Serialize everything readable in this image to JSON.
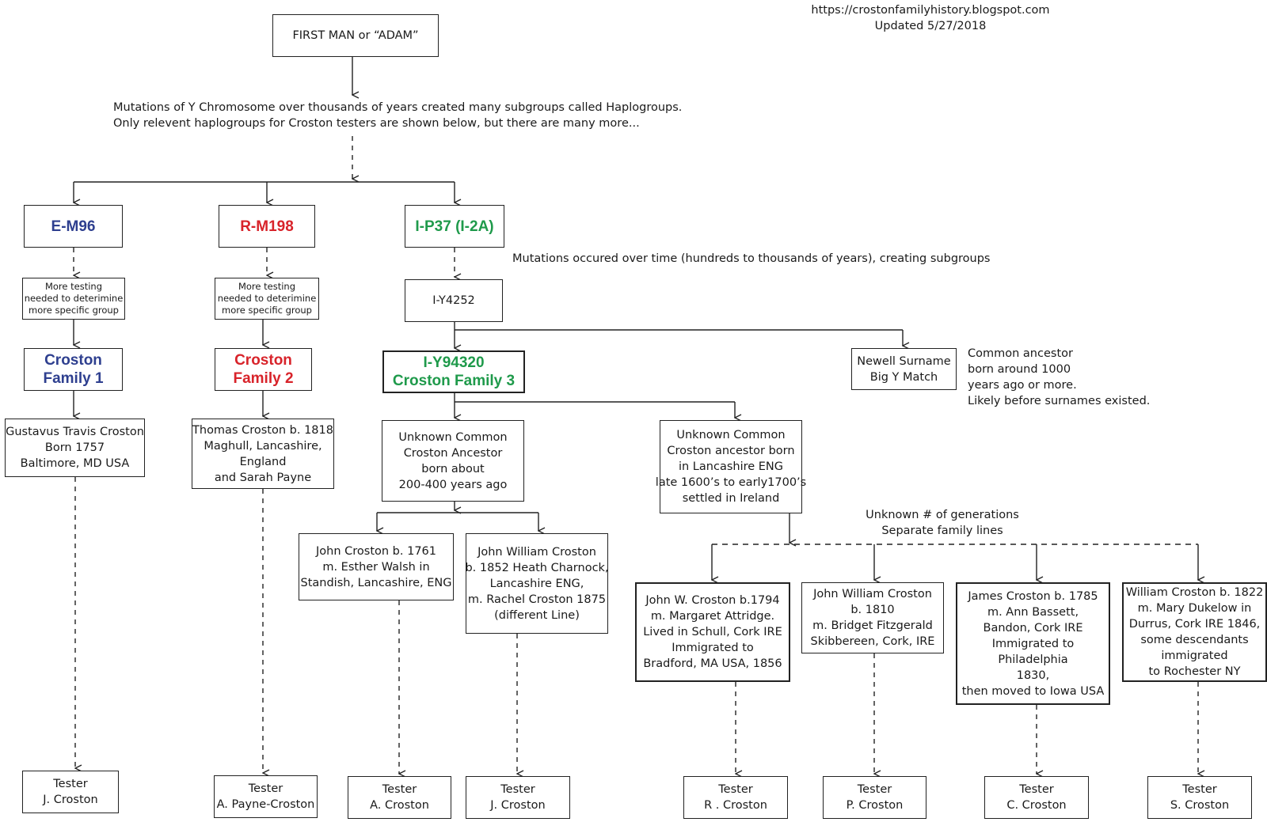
{
  "header": {
    "url": "https://crostonfamilyhistory.blogspot.com",
    "updated": "Updated 5/27/2018"
  },
  "root": {
    "label": "FIRST MAN or “ADAM”"
  },
  "intro": {
    "line1": "Mutations of Y Chromosome over thousands of years created many subgroups called Haplogroups.",
    "line2": "Only relevent haplogroups  for Croston testers are shown below,  but there are many more..."
  },
  "haplogroups": {
    "e_m96": "E-M96",
    "r_m198": "R-M198",
    "i_p37": "I-P37 (I-2A)"
  },
  "colors": {
    "blue": "#2e3f8f",
    "red": "#d8232a",
    "green": "#1f9a4b"
  },
  "mutations_note": "Mutations occured over time (hundreds to thousands of years), creating subgroups",
  "more_testing": [
    "More testing",
    "needed to deterimine",
    "more specific group"
  ],
  "i_y4252": "I-Y4252",
  "families": {
    "f1": [
      "Croston",
      "Family 1"
    ],
    "f2": [
      "Croston",
      "Family 2"
    ],
    "f3": [
      "I-Y94320",
      "Croston Family 3"
    ]
  },
  "newell": {
    "box": [
      "Newell Surname",
      "Big Y Match"
    ],
    "note": [
      "Common ancestor",
      "born around 1000",
      "years ago or more.",
      "Likely before surnames existed."
    ]
  },
  "persons": {
    "gustavus": [
      "Gustavus Travis Croston",
      "Born 1757",
      "Baltimore, MD USA"
    ],
    "thomas": [
      "Thomas Croston b. 1818",
      "Maghull, Lancashire,",
      "England",
      "and Sarah Payne"
    ],
    "unknown_a": [
      "Unknown Common",
      "Croston Ancestor",
      "born about",
      "200-400 years ago"
    ],
    "unknown_b": [
      "Unknown Common",
      "Croston ancestor born",
      "in Lancashire ENG",
      "late 1600’s to early1700’s",
      "settled in Ireland"
    ],
    "john1761": [
      "John Croston b. 1761",
      "m. Esther Walsh in",
      "Standish, Lancashire, ENG"
    ],
    "johnwilliam1852": [
      "John William Croston",
      "b. 1852 Heath Charnock,",
      "Lancashire ENG,",
      "m. Rachel Croston  1875",
      "(different Line)"
    ],
    "johnw1794": [
      "John W. Croston b.1794",
      "m. Margaret Attridge.",
      "Lived in Schull, Cork IRE",
      "Immigrated to",
      "Bradford, MA USA, 1856"
    ],
    "johnwilliam1810": [
      "John William Croston",
      "b. 1810",
      "m. Bridget Fitzgerald",
      "Skibbereen, Cork, IRE"
    ],
    "james1785": [
      "James Croston b. 1785",
      "m. Ann Bassett,",
      "Bandon, Cork IRE",
      "Immigrated to",
      "Philadelphia",
      "1830,",
      "then moved to Iowa USA"
    ],
    "william1822": [
      "William Croston  b. 1822",
      "m. Mary Dukelow in",
      "Durrus, Cork IRE 1846,",
      "some descendants",
      "immigrated",
      "to Rochester NY"
    ]
  },
  "generations_note": [
    "Unknown # of generations",
    "Separate family lines"
  ],
  "testers": {
    "t1": [
      "Tester",
      "J. Croston"
    ],
    "t2": [
      "Tester",
      "A. Payne-Croston"
    ],
    "t3": [
      "Tester",
      "A. Croston"
    ],
    "t4": [
      "Tester",
      "J. Croston"
    ],
    "t5": [
      "Tester",
      "R . Croston"
    ],
    "t6": [
      "Tester",
      "P.  Croston"
    ],
    "t7": [
      "Tester",
      "C. Croston"
    ],
    "t8": [
      "Tester",
      "S. Croston"
    ]
  }
}
